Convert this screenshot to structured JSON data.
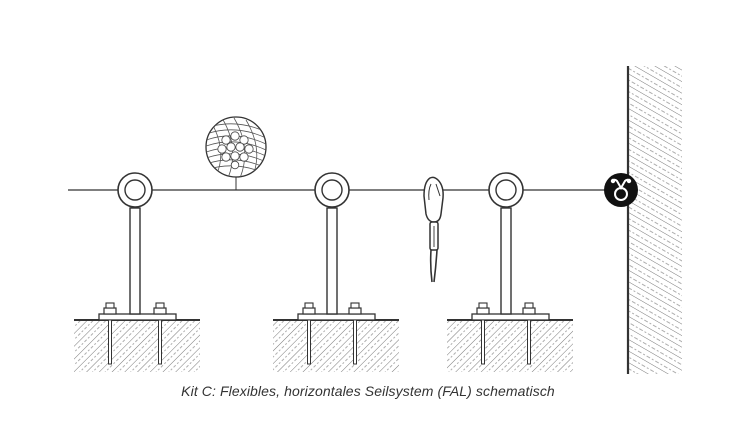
{
  "caption": "Kit C: Flexibles, horizontales Seilsystem (FAL) schematisch",
  "colors": {
    "line": "#333333",
    "hatch": "#6a6a6a",
    "background": "#ffffff",
    "terminal": "#111111"
  },
  "components": {
    "anchors": [
      "eye-bolt-anchor-1",
      "eye-bolt-anchor-2",
      "eye-bolt-anchor-3"
    ],
    "cable_detail": "wire-rope-cross-section",
    "carabiner": "carabiner-with-lanyard",
    "wall_terminal": "end-terminal-icon"
  }
}
